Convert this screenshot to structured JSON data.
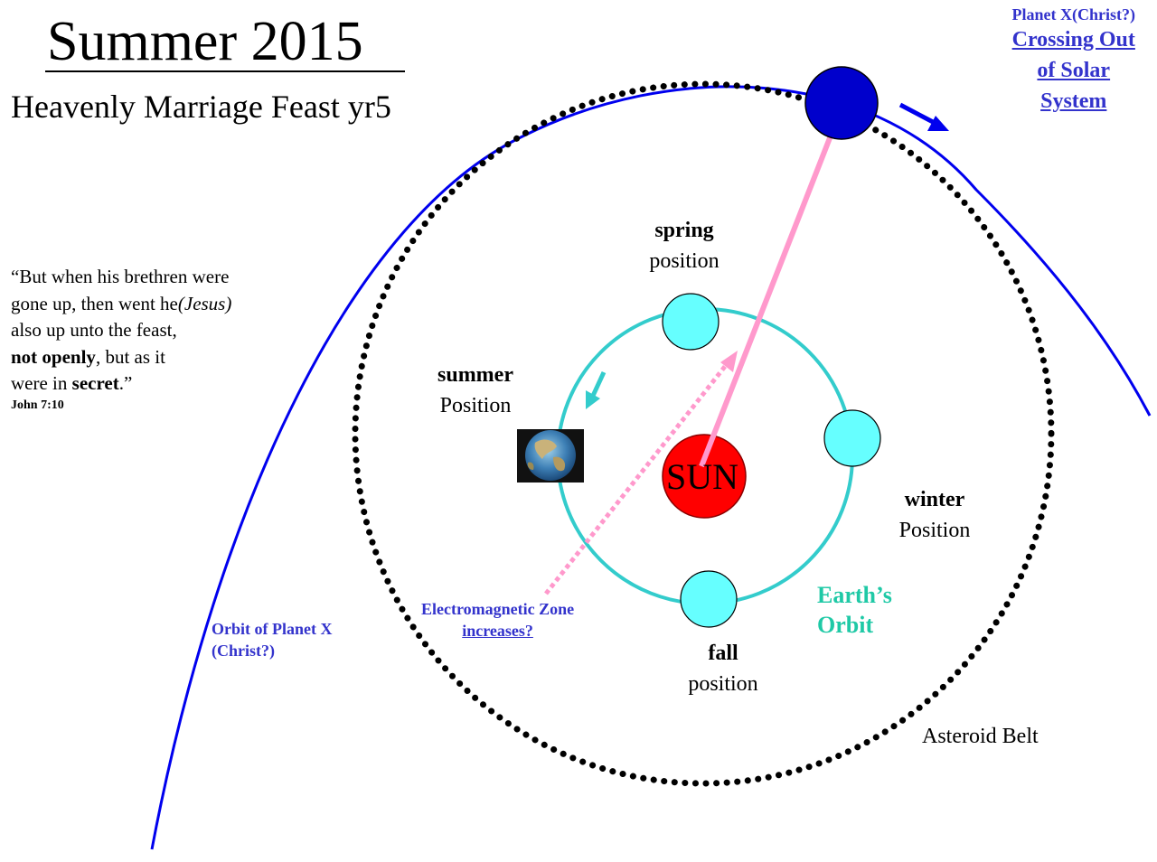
{
  "title": "Summer 2015",
  "subtitle": "Heavenly Marriage Feast yr5",
  "quote": {
    "line1": "“But when his brethren were",
    "line2_a": "gone up, then went he",
    "line2_em": "(Jesus)",
    "line3": "also up unto the feast,",
    "line4_bold": "not openly",
    "line4_rest": ", but as it",
    "line5_a": "were in ",
    "line5_bold": "secret",
    "line5_end": ".”",
    "reference": "John 7:10"
  },
  "planet_x": {
    "small_label": "Planet X(Christ?)",
    "link_line1": "Crossing Out",
    "link_line2": "of Solar",
    "link_line3": "System"
  },
  "orbit_planet_x": {
    "line1": "Orbit of Planet X",
    "line2": "(Christ?)"
  },
  "electromagnetic": {
    "line1": "Electromagnetic Zone",
    "line2": "increases?"
  },
  "sun_label": "SUN",
  "seasons": {
    "spring": {
      "name": "spring",
      "sub": "position"
    },
    "summer": {
      "name": "summer",
      "sub": "Position"
    },
    "winter": {
      "name": "winter",
      "sub": "Position"
    },
    "fall": {
      "name": "fall",
      "sub": "position"
    }
  },
  "earths_orbit": {
    "line1": "Earth’s",
    "line2": "Orbit"
  },
  "asteroid_belt": "Asteroid Belt",
  "colors": {
    "planet_x_blue": "#0000cc",
    "orbit_blue": "#0000ee",
    "earth_orbit_teal": "#33cccc",
    "position_fill": "#66ffff",
    "sun_red": "#ff0000",
    "pink_line": "#ff99cc",
    "label_blue": "#3333cc",
    "label_teal": "#1fc9a6"
  },
  "icons": {
    "earth": "earth-globe-icon",
    "direction_arrow": "arrow-icon"
  }
}
